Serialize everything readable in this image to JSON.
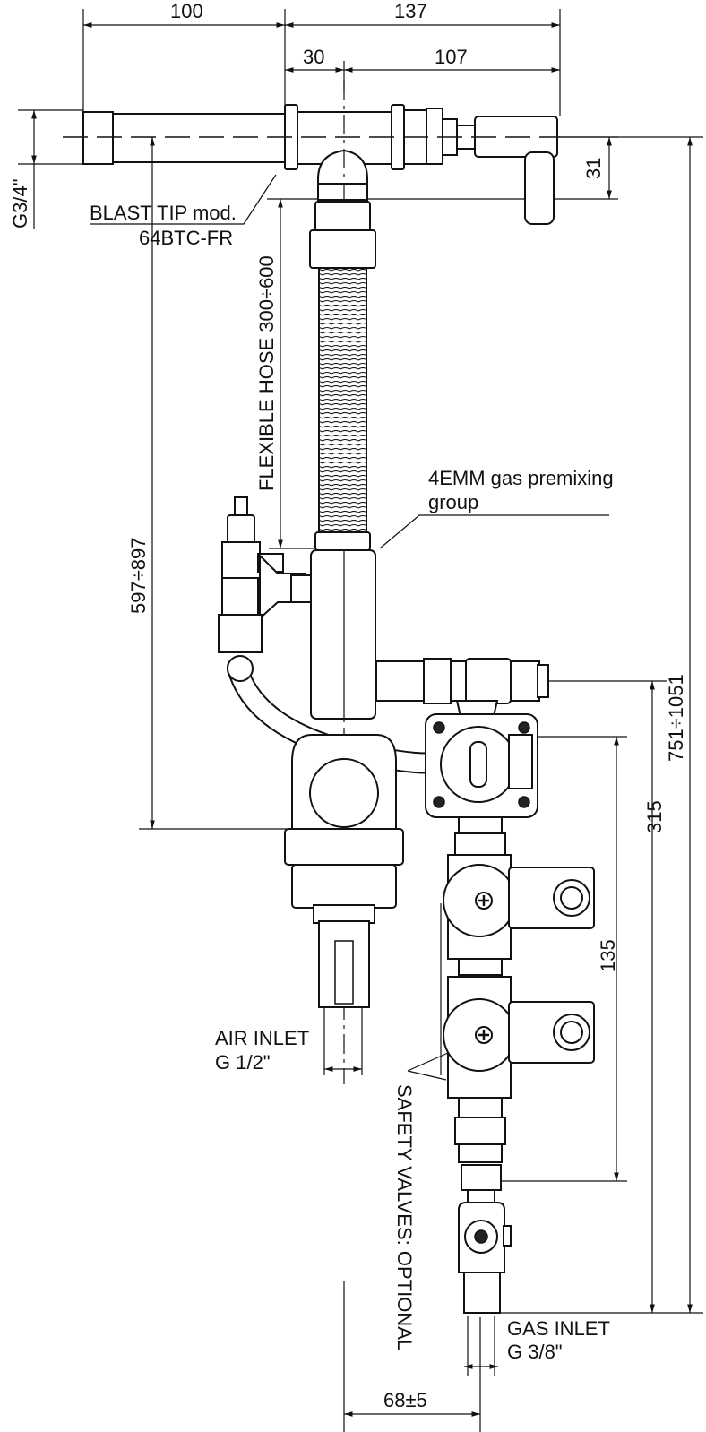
{
  "dimensions": {
    "d100": "100",
    "d137": "137",
    "d30": "30",
    "d107": "107",
    "d31": "31",
    "g34": "G3/4\"",
    "d597": "597÷897",
    "d751": "751÷1051",
    "d315": "315",
    "d135": "135",
    "d68": "68±5"
  },
  "labels": {
    "blast_tip_line1": "BLAST TIP mod.",
    "blast_tip_line2": "64BTC-FR",
    "flexible_hose": "FLEXIBLE HOSE 300÷600",
    "premix_line1": "4EMM gas premixing",
    "premix_line2": "group",
    "air_inlet_line1": "AIR INLET",
    "air_inlet_line2": "G 1/2\"",
    "safety_valves": "SAFETY VALVES: OPTIONAL",
    "gas_inlet_line1": "GAS INLET",
    "gas_inlet_line2": "G 3/8\""
  }
}
